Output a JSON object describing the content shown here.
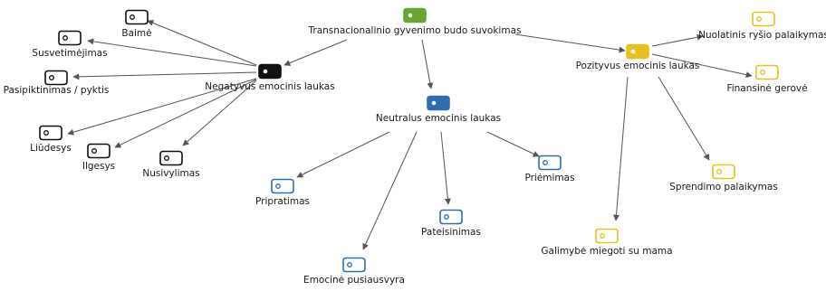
{
  "colors": {
    "root": "#6aa532",
    "negative": "#111111",
    "neutral": "#2f6db3",
    "positive": "#e6c21a",
    "edge": "#555555"
  },
  "root": {
    "label": "Transnacionalinio gyvenimo budo suvokimas",
    "group": "root"
  },
  "groups": [
    {
      "id": "negative",
      "label": "Negatyvus emocinis laukas",
      "children": [
        "Baimė",
        "Susvetimėjimas",
        "Pasipiktinimas / pyktis",
        "Liūdesys",
        "Ilgesys",
        "Nusivylimas"
      ]
    },
    {
      "id": "neutral",
      "label": "Neutralus emocinis laukas",
      "children": [
        "Pripratimas",
        "Emocinė pusiausvyra",
        "Pateisinimas",
        "Priėmimas"
      ]
    },
    {
      "id": "positive",
      "label": "Pozityvus emocinis laukas",
      "children": [
        "Nuolatinis ryšio palaikymas",
        "Finansinė gerovė",
        "Sprendimo palaikymas",
        "Galimybė miegoti su mama"
      ]
    }
  ]
}
